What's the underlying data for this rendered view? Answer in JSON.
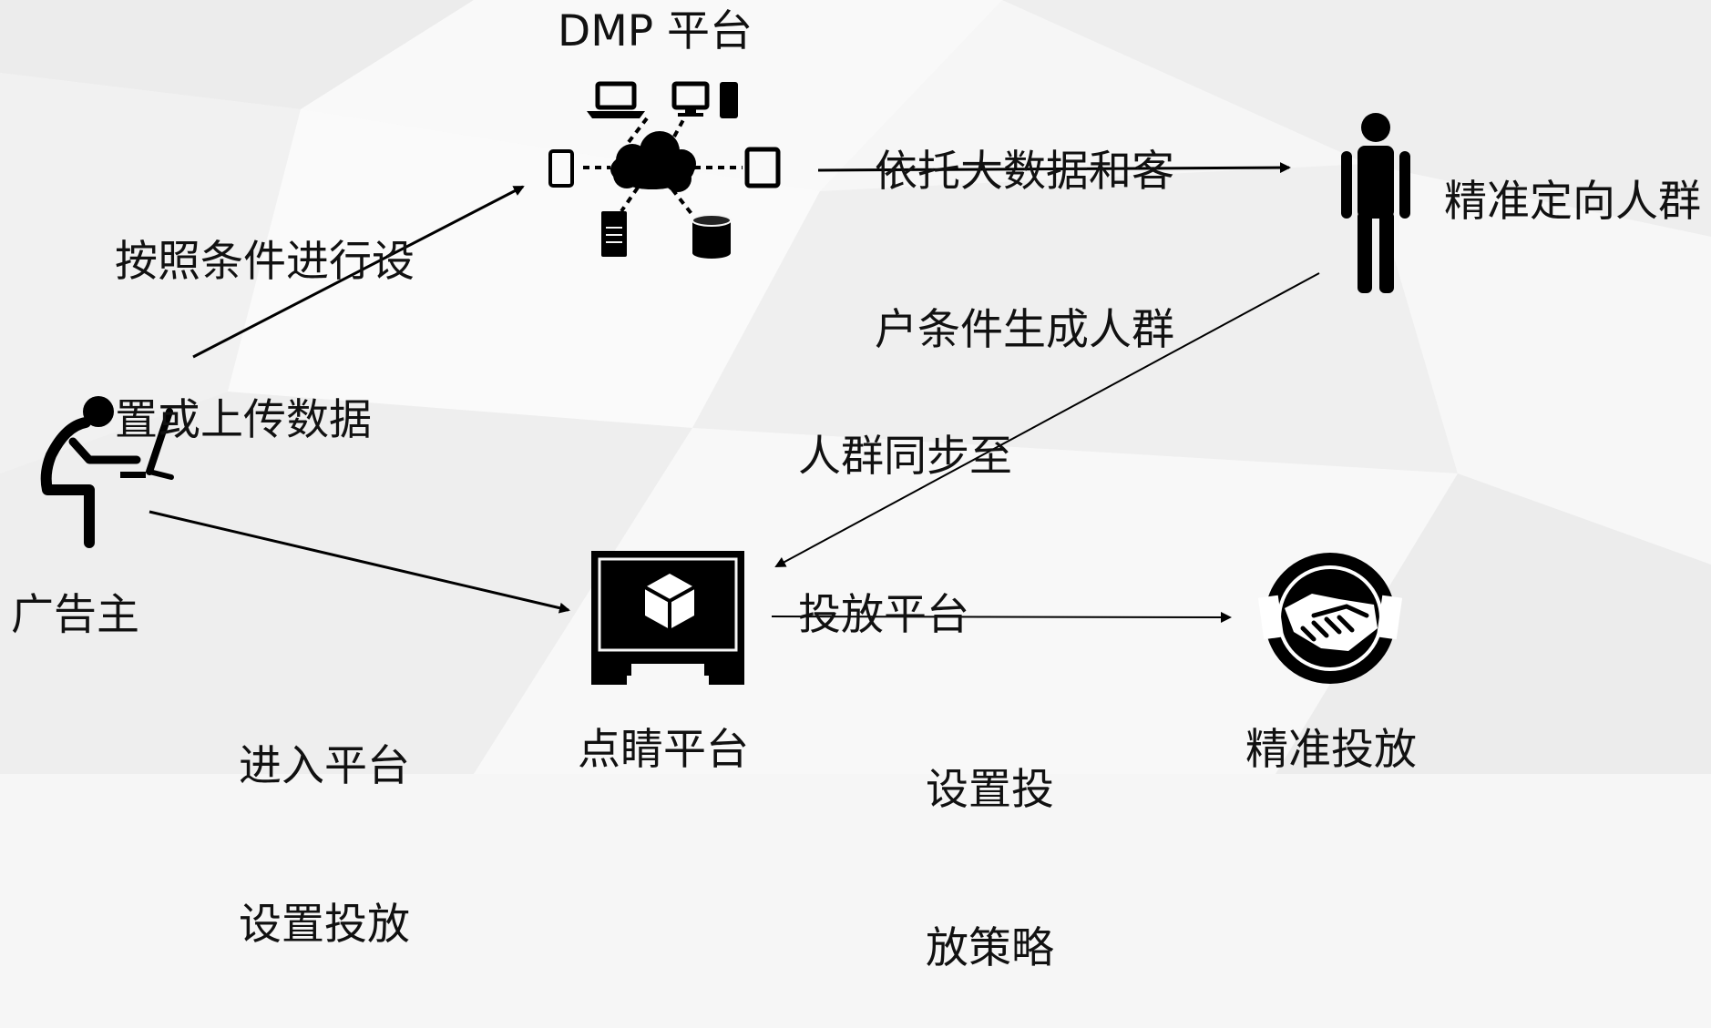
{
  "nodes": {
    "advertiser": {
      "label": "广告主",
      "icon": "person-at-computer-icon"
    },
    "dmp": {
      "label": "DMP 平台",
      "icon": "network-devices-cloud-icon"
    },
    "targeted_audience": {
      "label": "精准定向人群",
      "icon": "person-icon"
    },
    "dianjing": {
      "label": "点睛平台",
      "icon": "monitor-cube-icon"
    },
    "precise_delivery": {
      "label": "精准投放",
      "icon": "handshake-icon"
    }
  },
  "edges": [
    {
      "from": "advertiser",
      "to": "dmp",
      "label_lines": [
        "按照条件进行设",
        "置或上传数据"
      ]
    },
    {
      "from": "dmp",
      "to": "targeted_audience",
      "label_lines": [
        "依托大数据和客",
        "户条件生成人群"
      ]
    },
    {
      "from": "targeted_audience",
      "to": "dianjing",
      "label_lines": [
        "人群同步至",
        "投放平台"
      ]
    },
    {
      "from": "advertiser",
      "to": "dianjing",
      "label_lines": [
        "进入平台",
        "设置投放"
      ]
    },
    {
      "from": "dianjing",
      "to": "precise_delivery",
      "label_lines": [
        "设置投",
        "放策略"
      ]
    }
  ],
  "colors": {
    "background": "#f6f6f6",
    "foreground": "#000000"
  }
}
